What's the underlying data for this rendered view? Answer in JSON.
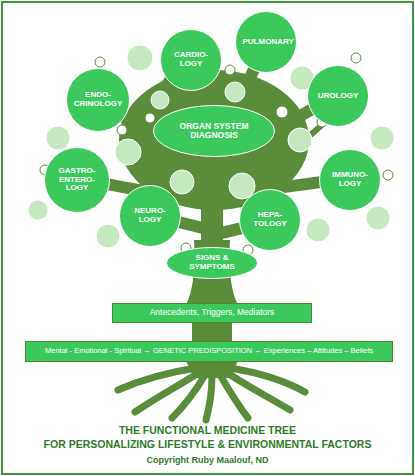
{
  "diagram": {
    "title": "THE FUNCTIONAL MEDICINE TREE FOR PERSONALIZING LIFESTYLE & ENVIRONMENTAL FACTORS",
    "caption": "Copyright Ruby Maalouf, ND",
    "nodes": [
      {
        "text": [
          "CARDIO- LOGY"
        ]
      },
      {
        "text": [
          "PULMONARY"
        ]
      },
      {
        "text": [
          "ENDO- CRINOLOGY"
        ]
      },
      {
        "text": [
          "UROLOGY"
        ]
      },
      {
        "text": [
          "ORGAN SYSTEM DIAGNOSIS"
        ]
      },
      {
        "text": [
          "GASTRO- ENTERO- LOGY"
        ]
      },
      {
        "text": [
          "IMMUNO- LOGY"
        ]
      },
      {
        "text": [
          "NEURO- LOGY"
        ]
      },
      {
        "text": [
          "HEPA- TOLOGY"
        ]
      },
      {
        "text": [
          "SIGNS & SYMPTOMS"
        ]
      },
      {
        "text": [
          "Antecedents, Triggers, Mediators"
        ]
      },
      {
        "text": [
          "Mental - Emotional - Spiritual → GENETIC PREDISPOSITION ← Experiences – Attitudes – Beliefs"
        ]
      }
    ]
  }
}
